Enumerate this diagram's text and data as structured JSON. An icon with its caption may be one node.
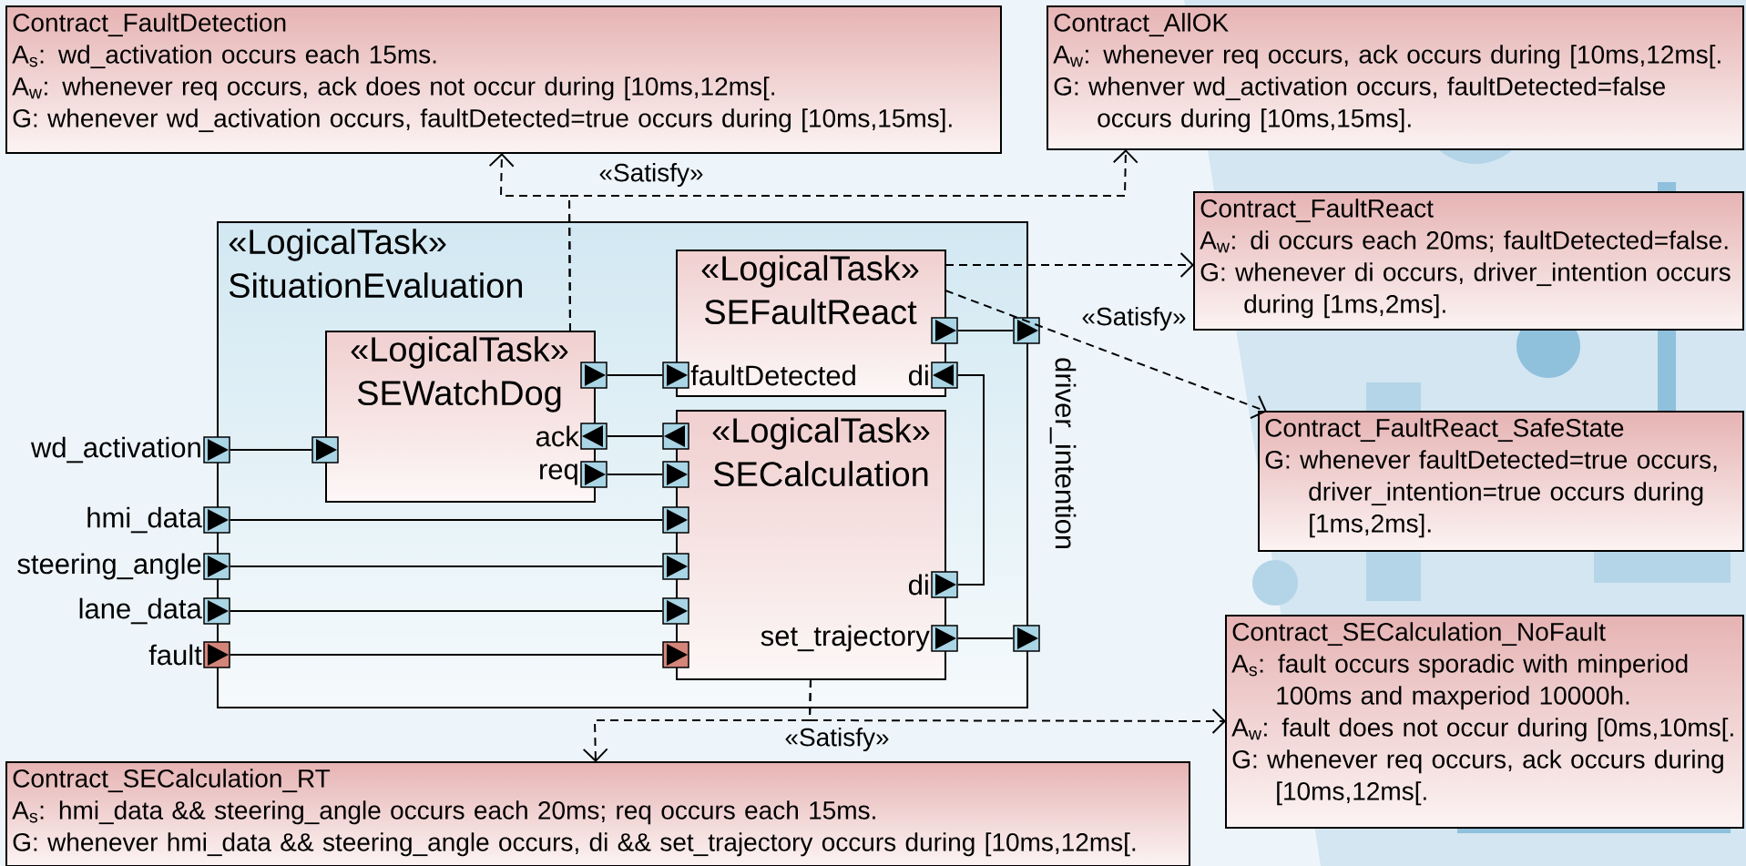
{
  "diagram": {
    "nodes": [
      {
        "text": [
          "Contract_FaultDetection",
          "A$_{s}$: wd_activation occurs each 15ms.",
          "A$_{w}$: whenever req occurs, ack does not occur during [10ms,12ms[.",
          "G: whenever wd_activation occurs, faultDetected=true occurs during [10ms,15ms]."
        ]
      },
      {
        "text": [
          "Contract_AllOK",
          "A$_{w}$: whenever req occurs, ack occurs during [10ms,12ms[.",
          "G: whenver wd_activation occurs, faultDetected=false occurs during [10ms,15ms]."
        ]
      },
      {
        "text": [
          "Contract_FaultReact",
          "A$_{w}$: di occurs each 20ms; faultDetected=false.",
          "G: whenever di occurs, driver_intention occurs during [1ms,2ms]."
        ]
      },
      {
        "text": [
          "Contract_FaultReact_SafeState",
          "G: whenever faultDetected=true occurs, driver_intention=true occurs during [1ms,2ms]."
        ]
      },
      {
        "text": [
          "Contract_SECalculation_NoFault",
          "A$_{s}$: fault occurs sporadic with minperiod 100ms and maxperiod 10000h.",
          "A$_{w}$: fault does not occur during [0ms,10ms[.",
          "G: whenever req occurs, ack occurs during [10ms,12ms[."
        ]
      },
      {
        "text": [
          "Contract_SECalculation_RT",
          "A$_{s}$: hmi_data && steering_angle occurs each 20ms; req occurs each 15ms.",
          "G: whenever hmi_data && steering_angle occurs, di && set_trajectory occurs during [10ms,12ms[."
        ]
      },
      {
        "text": [
          "«LogicalTask»",
          "SituationEvaluation"
        ]
      },
      {
        "text": [
          "«LogicalTask»",
          "SEWatchDog"
        ],
        "in": 6
      },
      {
        "text": [
          "«LogicalTask»",
          "SEFaultReact"
        ],
        "in": 6
      },
      {
        "text": [
          "«LogicalTask»",
          "SECalculation"
        ],
        "in": 6
      },
      {
        "text": [],
        "shape": "box",
        "beside": [
          "wd_activation"
        ]
      },
      {
        "text": [],
        "shape": "box",
        "beside": [
          "hmi_data"
        ]
      },
      {
        "text": [],
        "shape": "box",
        "beside": [
          "steering_angle"
        ]
      },
      {
        "text": [],
        "shape": "box",
        "beside": [
          "lane_data"
        ]
      },
      {
        "text": [],
        "shape": "box",
        "beside": [
          "fault"
        ]
      },
      {
        "text": [],
        "shape": "box",
        "beside": [
          "driver_intention"
        ]
      },
      {
        "text": [],
        "shape": "box"
      },
      {
        "text": [],
        "shape": "box",
        "in": 6
      },
      {
        "text": [],
        "shape": "box",
        "in": 6
      },
      {
        "text": [],
        "shape": "box",
        "in": 6,
        "beside": [
          "ack"
        ]
      },
      {
        "text": [],
        "shape": "box",
        "in": 6,
        "beside": [
          "req"
        ]
      },
      {
        "text": [],
        "shape": "box",
        "in": 6,
        "beside": [
          "faultDetected"
        ]
      },
      {
        "text": [],
        "shape": "box",
        "in": 6,
        "beside": [
          "di"
        ]
      },
      {
        "text": [],
        "shape": "box",
        "in": 6
      },
      {
        "text": [],
        "shape": "box",
        "in": 6
      },
      {
        "text": [],
        "shape": "box",
        "in": 6
      },
      {
        "text": [],
        "shape": "box",
        "in": 6
      },
      {
        "text": [],
        "shape": "box",
        "in": 6
      },
      {
        "text": [],
        "shape": "box",
        "in": 6
      },
      {
        "text": [],
        "shape": "box",
        "in": 6
      },
      {
        "text": [],
        "shape": "box",
        "in": 6,
        "beside": [
          "di"
        ]
      },
      {
        "text": [],
        "shape": "box",
        "in": 6,
        "beside": [
          "set_trajectory"
        ]
      }
    ],
    "edges": [
      {
        "from": 10,
        "to": 17,
        "arrow": "none"
      },
      {
        "from": 18,
        "to": 21,
        "arrow": "none"
      },
      {
        "from": 24,
        "to": 19,
        "arrow": "none"
      },
      {
        "from": 20,
        "to": 25,
        "arrow": "none"
      },
      {
        "from": 11,
        "to": 26,
        "arrow": "none"
      },
      {
        "from": 12,
        "to": 27,
        "arrow": "none"
      },
      {
        "from": 13,
        "to": 28,
        "arrow": "none"
      },
      {
        "from": 14,
        "to": 29,
        "arrow": "none"
      },
      {
        "from": 30,
        "to": 22,
        "arrow": "none"
      },
      {
        "from": 23,
        "to": 15,
        "arrow": "none"
      },
      {
        "from": 31,
        "to": 16,
        "arrow": "none"
      },
      {
        "from": 7,
        "to": 0,
        "arrow": "to",
        "style": "dashed"
      },
      {
        "from": 7,
        "to": 1,
        "arrow": "to",
        "style": "dashed",
        "label": "«Satisfy»"
      },
      {
        "from": 8,
        "to": 2,
        "arrow": "to",
        "style": "dashed"
      },
      {
        "from": 8,
        "to": 3,
        "arrow": "to",
        "style": "dashed",
        "label": "«Satisfy»"
      },
      {
        "from": 9,
        "to": 5,
        "arrow": "to",
        "style": "dashed"
      },
      {
        "from": 9,
        "to": 4,
        "arrow": "to",
        "style": "dashed",
        "label": "«Satisfy»"
      }
    ]
  }
}
